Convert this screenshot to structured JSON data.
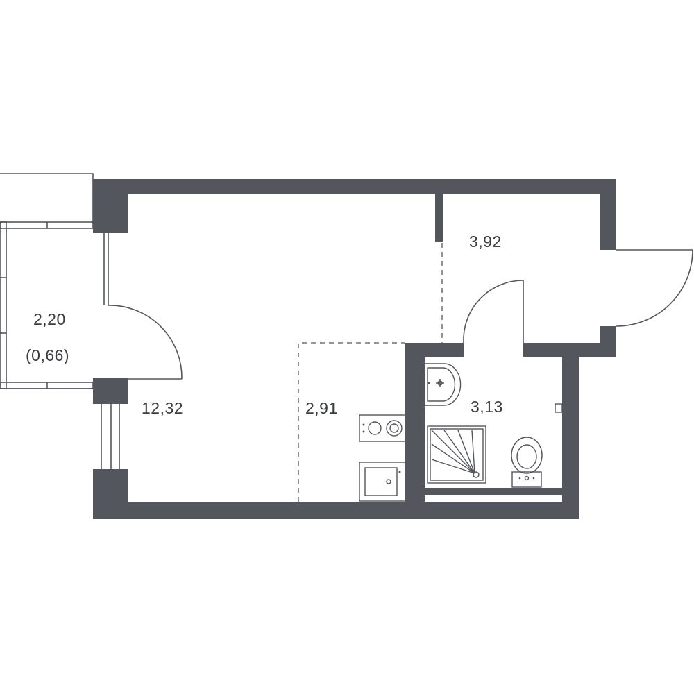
{
  "rooms": {
    "balcony_area": "2,20",
    "balcony_reduced": "(0,66)",
    "living_area": "12,32",
    "kitchen_area": "2,91",
    "hall_area": "3,92",
    "bathroom_area": "3,13"
  },
  "colors": {
    "wall": "#53565c",
    "text": "#3a3d42",
    "background": "#ffffff"
  }
}
